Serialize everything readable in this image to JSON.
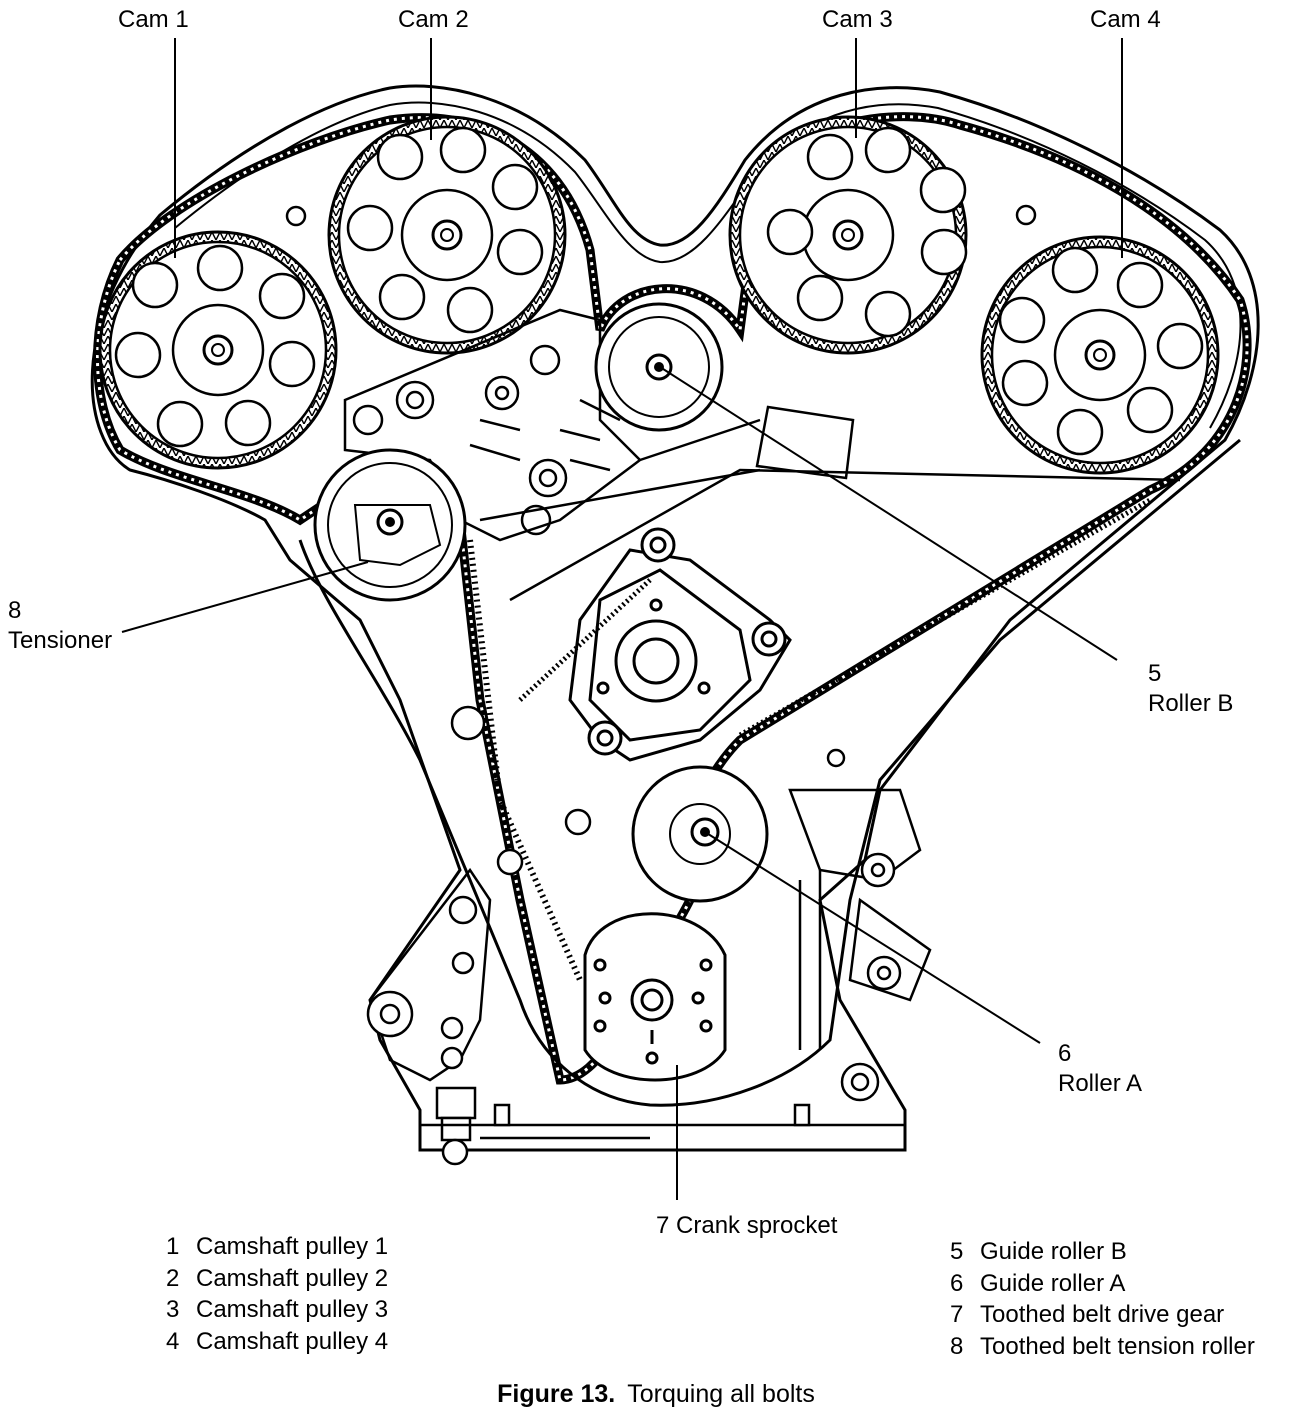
{
  "callouts": {
    "cam1": "Cam 1",
    "cam2": "Cam 2",
    "cam3": "Cam 3",
    "cam4": "Cam 4",
    "tensioner_num": "8",
    "tensioner": "Tensioner",
    "rollerb_num": "5",
    "rollerb": "Roller B",
    "rollera_num": "6",
    "rollera": "Roller A",
    "crank": "7 Crank sprocket"
  },
  "legend_left": [
    {
      "num": "1",
      "label": "Camshaft pulley 1"
    },
    {
      "num": "2",
      "label": "Camshaft pulley 2"
    },
    {
      "num": "3",
      "label": "Camshaft pulley 3"
    },
    {
      "num": "4",
      "label": "Camshaft pulley 4"
    }
  ],
  "legend_right": [
    {
      "num": "5",
      "label": "Guide roller B"
    },
    {
      "num": "6",
      "label": "Guide roller A"
    },
    {
      "num": "7",
      "label": "Toothed belt drive gear"
    },
    {
      "num": "8",
      "label": "Toothed belt tension roller"
    }
  ],
  "caption": {
    "figure": "Figure 13.",
    "text": "Torquing all bolts"
  }
}
